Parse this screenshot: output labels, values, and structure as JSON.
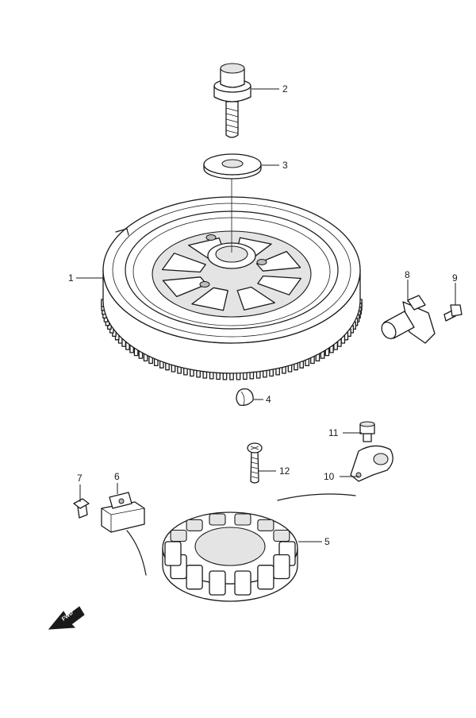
{
  "diagram": {
    "callouts": [
      {
        "id": "1",
        "label": "1"
      },
      {
        "id": "2",
        "label": "2"
      },
      {
        "id": "3",
        "label": "3"
      },
      {
        "id": "4",
        "label": "4"
      },
      {
        "id": "5",
        "label": "5"
      },
      {
        "id": "6",
        "label": "6"
      },
      {
        "id": "7",
        "label": "7"
      },
      {
        "id": "8",
        "label": "8"
      },
      {
        "id": "9",
        "label": "9"
      },
      {
        "id": "10",
        "label": "10"
      },
      {
        "id": "11",
        "label": "11"
      },
      {
        "id": "12",
        "label": "12"
      }
    ],
    "direction_arrow": {
      "label": "FWD"
    }
  }
}
